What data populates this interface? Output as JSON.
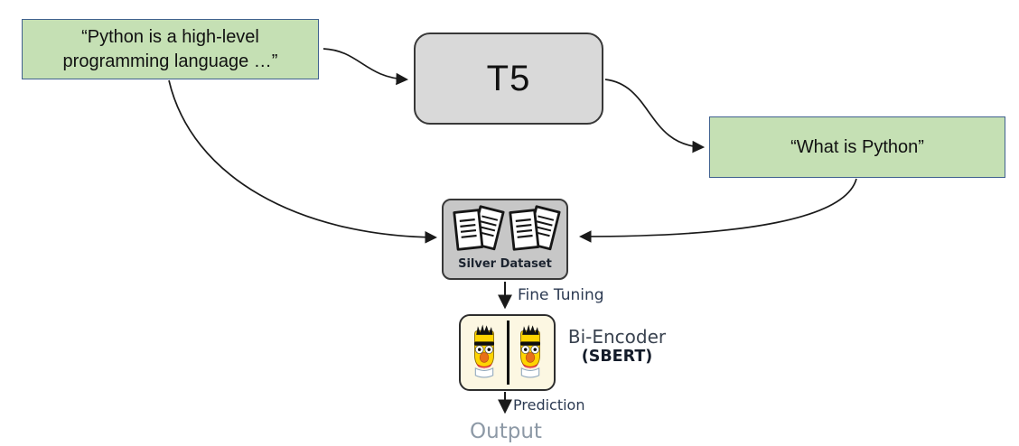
{
  "diagram": {
    "passage_node": {
      "text_line1": "“Python is a high-level",
      "text_line2": "programming language …”"
    },
    "t5_node": {
      "label": "T5"
    },
    "query_node": {
      "label": "“What is Python”"
    },
    "silver_dataset_node": {
      "label": "Silver Dataset",
      "icon": "stacked-documents-icon"
    },
    "bi_encoder_node": {
      "label": "Bi-Encoder",
      "sublabel": "(SBERT)",
      "icon": "bert-face-icon"
    },
    "edge_labels": {
      "fine_tuning": "Fine Tuning",
      "prediction": "Prediction"
    },
    "output_label": "Output",
    "colors": {
      "node_green_fill": "#c5e0b4",
      "node_green_border": "#40618f",
      "t5_gray_fill": "#d9d9d9",
      "silver_gray_fill": "#c7c7c7",
      "bi_encoder_cream_fill": "#fcf7e2",
      "arrow_stroke": "#1a1a1a",
      "label_navy": "#2c3a52",
      "output_gray": "#8d99a6"
    }
  }
}
